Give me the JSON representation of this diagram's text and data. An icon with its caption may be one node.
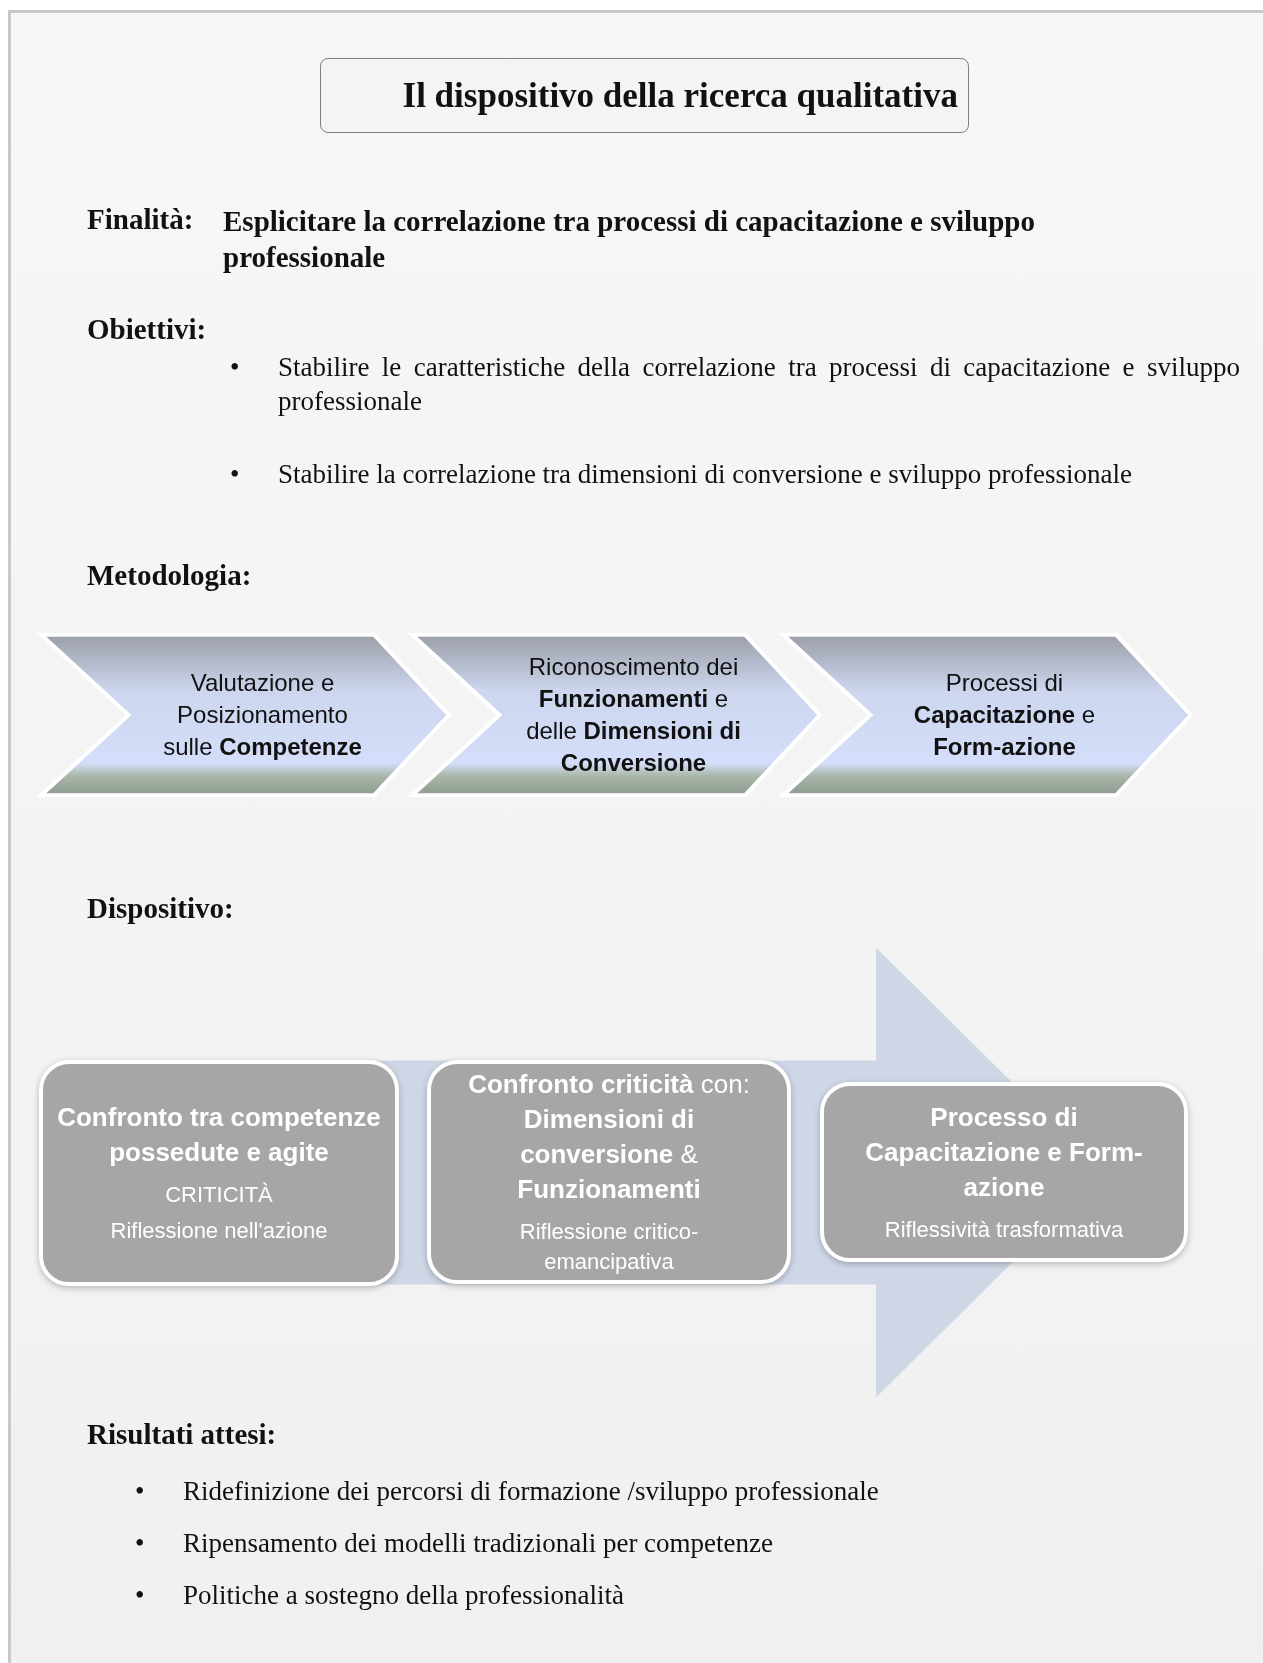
{
  "diagram": {
    "title": "Il dispositivo della ricerca qualitativa",
    "nodes": [
      {
        "text": [
          "Valutazione e Posizionamento sulle **Competenze**"
        ]
      },
      {
        "text": [
          "Riconoscimento dei **Funzionamenti** e delle **Dimensioni di Conversione**"
        ]
      },
      {
        "text": [
          "Processi di **Capacitazione** e **Form-azione**"
        ]
      },
      {
        "text": [
          "Confronto tra competenze possedute e agite",
          "CRITICITÀ",
          "Riflessione nell'azione"
        ]
      },
      {
        "text": [
          "**Confronto criticità** con: **Dimensioni di conversione** & **Funzionamenti**",
          "Riflessione critico-emancipativa"
        ]
      },
      {
        "text": [
          "Processo di Capacitazione e Form-azione",
          "Riflessività trasformativa"
        ]
      }
    ],
    "edges": [
      {
        "from": 3,
        "to": 5,
        "arrow": "to"
      }
    ],
    "labels": [
      "Finalità:",
      "Esplicitare la correlazione tra processi di capacitazione e sviluppo professionale",
      "Obiettivi:",
      "•",
      "Stabilire le caratteristiche della correlazione tra processi di capacitazione e sviluppo professionale",
      "•",
      "Stabilire la correlazione tra dimensioni di conversione e sviluppo professionale",
      "Metodologia:",
      "Dispositivo:",
      "Risultati attesi:",
      "•",
      "Ridefinizione dei percorsi di formazione /sviluppo professionale",
      "•",
      "Ripensamento dei modelli tradizionali per competenze",
      "•",
      "Politiche a sostegno della professionalità"
    ]
  }
}
